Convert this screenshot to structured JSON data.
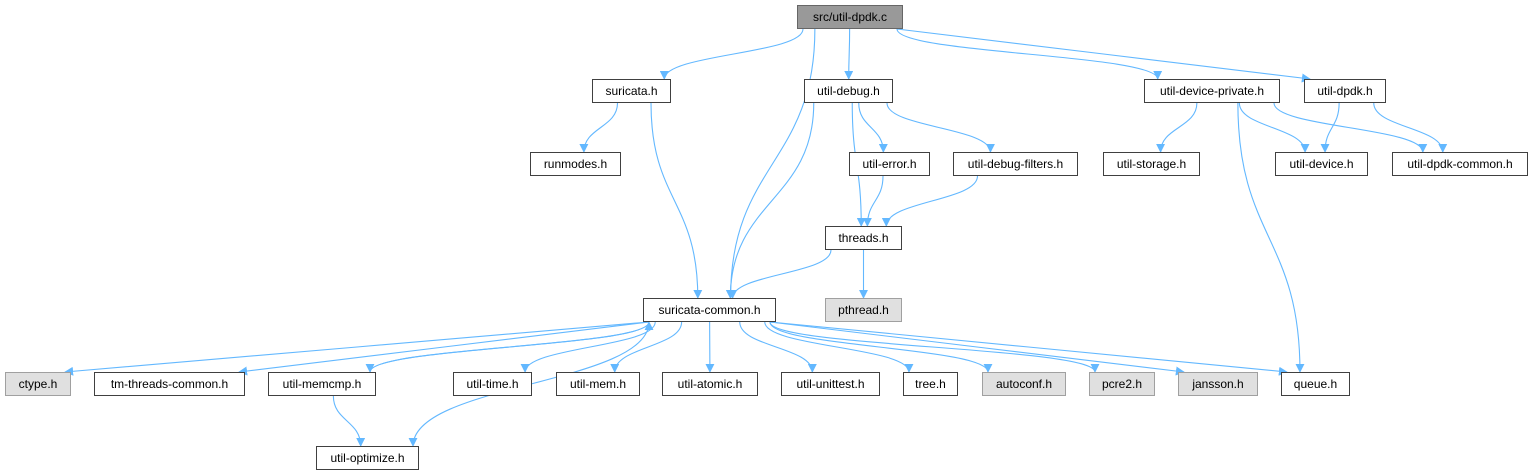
{
  "colors": {
    "edge": "#63b8ff",
    "node_border": "#404040",
    "node_fill": "#ffffff",
    "external_fill": "#e0e0e0",
    "external_border": "#a0a0a0",
    "root_fill": "#999999"
  },
  "nodes": {
    "src_util_dpdk_c": "src/util-dpdk.c",
    "suricata_h": "suricata.h",
    "util_debug_h": "util-debug.h",
    "util_device_private_h": "util-device-private.h",
    "util_dpdk_h": "util-dpdk.h",
    "runmodes_h": "runmodes.h",
    "util_error_h": "util-error.h",
    "util_debug_filters_h": "util-debug-filters.h",
    "util_storage_h": "util-storage.h",
    "util_device_h": "util-device.h",
    "util_dpdk_common_h": "util-dpdk-common.h",
    "threads_h": "threads.h",
    "pthread_h": "pthread.h",
    "suricata_common_h": "suricata-common.h",
    "ctype_h": "ctype.h",
    "tm_threads_common_h": "tm-threads-common.h",
    "util_memcmp_h": "util-memcmp.h",
    "util_time_h": "util-time.h",
    "util_mem_h": "util-mem.h",
    "util_atomic_h": "util-atomic.h",
    "util_unittest_h": "util-unittest.h",
    "tree_h": "tree.h",
    "autoconf_h": "autoconf.h",
    "pcre2_h": "pcre2.h",
    "jansson_h": "jansson.h",
    "queue_h": "queue.h",
    "util_optimize_h": "util-optimize.h"
  },
  "edges": [
    [
      "src_util_dpdk_c",
      "suricata_h"
    ],
    [
      "src_util_dpdk_c",
      "suricata_common_h"
    ],
    [
      "src_util_dpdk_c",
      "util_debug_h"
    ],
    [
      "src_util_dpdk_c",
      "util_device_private_h"
    ],
    [
      "src_util_dpdk_c",
      "util_dpdk_h"
    ],
    [
      "suricata_h",
      "runmodes_h"
    ],
    [
      "suricata_h",
      "suricata_common_h"
    ],
    [
      "util_debug_h",
      "suricata_common_h"
    ],
    [
      "util_debug_h",
      "threads_h"
    ],
    [
      "util_debug_h",
      "util_error_h"
    ],
    [
      "util_debug_h",
      "util_debug_filters_h"
    ],
    [
      "util_error_h",
      "threads_h"
    ],
    [
      "util_debug_filters_h",
      "threads_h"
    ],
    [
      "threads_h",
      "suricata_common_h"
    ],
    [
      "threads_h",
      "pthread_h"
    ],
    [
      "util_device_private_h",
      "util_storage_h"
    ],
    [
      "util_device_private_h",
      "util_device_h"
    ],
    [
      "util_device_private_h",
      "util_dpdk_common_h"
    ],
    [
      "util_device_private_h",
      "queue_h"
    ],
    [
      "util_dpdk_h",
      "util_device_h"
    ],
    [
      "util_dpdk_h",
      "util_dpdk_common_h"
    ],
    [
      "suricata_common_h",
      "ctype_h"
    ],
    [
      "suricata_common_h",
      "tm_threads_common_h"
    ],
    [
      "suricata_common_h",
      "util_memcmp_h"
    ],
    [
      "suricata_common_h",
      "util_time_h"
    ],
    [
      "suricata_common_h",
      "util_mem_h"
    ],
    [
      "suricata_common_h",
      "util_atomic_h"
    ],
    [
      "suricata_common_h",
      "util_unittest_h"
    ],
    [
      "suricata_common_h",
      "tree_h"
    ],
    [
      "suricata_common_h",
      "autoconf_h"
    ],
    [
      "suricata_common_h",
      "pcre2_h"
    ],
    [
      "suricata_common_h",
      "jansson_h"
    ],
    [
      "suricata_common_h",
      "queue_h"
    ],
    [
      "suricata_common_h",
      "util_optimize_h"
    ],
    [
      "util_memcmp_h",
      "suricata_common_h"
    ],
    [
      "util_memcmp_h",
      "util_optimize_h"
    ]
  ]
}
